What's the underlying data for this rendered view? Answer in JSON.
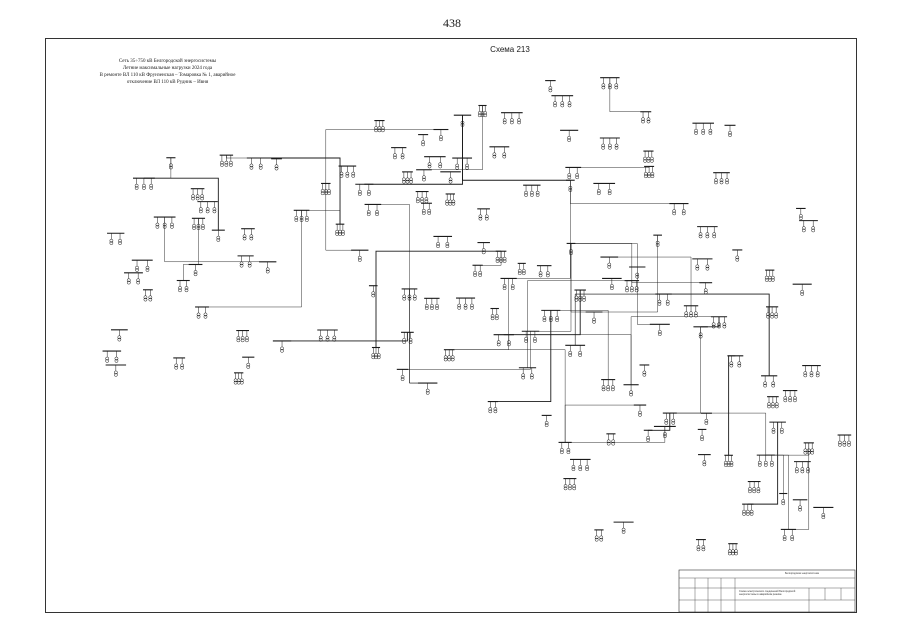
{
  "page": {
    "number": "438"
  },
  "header": {
    "lines": [
      "Сеть 35÷750 кВ Белгородской энергосистемы",
      "Летние максимальные нагрузки 2024 года",
      "В ремонте ВЛ 110 кВ Фрунзенская – Томаровка № 1, аварийное",
      "отключение ВЛ 110 кВ Рудник – Ивня"
    ]
  },
  "diagram": {
    "schema_label": "Схема 213"
  },
  "stamp": {
    "org": "Белгородская энергосистема",
    "description": "Схема электрических соединений Белгородской энергосистемы в аварийном режиме"
  },
  "colors": {
    "ink": "#1a1a1a",
    "paper": "#ffffff",
    "frame": "#333333"
  }
}
